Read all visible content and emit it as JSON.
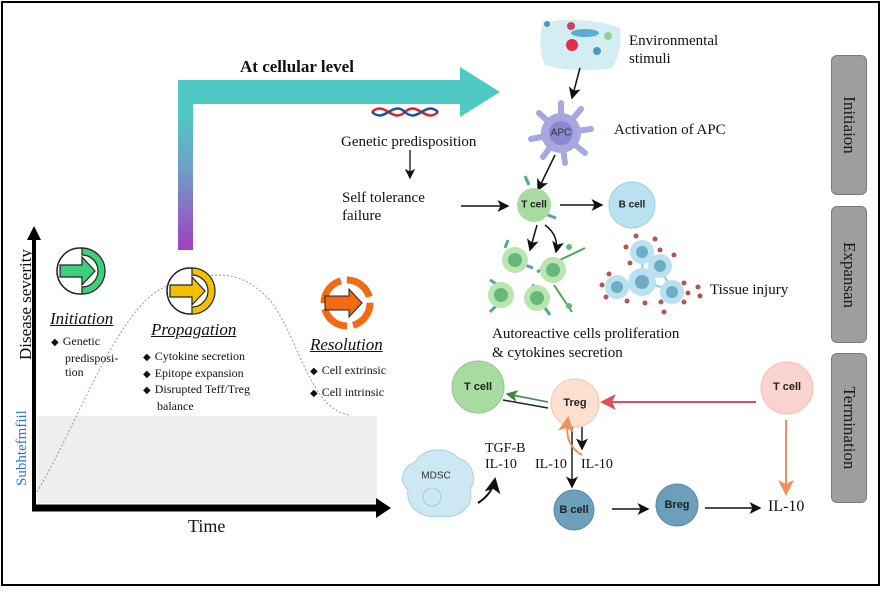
{
  "title": "At cellular level",
  "graph": {
    "y_axis_label": "Disease severity",
    "y_axis_sublabel": "Subhtefmfiil",
    "x_axis_label": "Time",
    "phases": [
      {
        "name": "Initiation",
        "color": "#3ecf7a",
        "bullets": [
          "Genetic",
          "predisposi-",
          "tion"
        ]
      },
      {
        "name": "Propagation",
        "color": "#f2c200",
        "bullets": [
          "Cytokine secretion",
          "Epitope expansion",
          "Disrupted Teff/Treg",
          "balance"
        ]
      },
      {
        "name": "Resolution",
        "color": "#f26a12",
        "bullets": [
          "Cell extrinsic",
          "Cell intrinsic"
        ]
      }
    ]
  },
  "initiation_flow": {
    "environmental_stimuli": [
      "Environmental",
      "stimuli"
    ],
    "apc_label": "APC",
    "activation": "Activation of APC",
    "genetic_predisposition": "Genetic predisposition",
    "self_tolerance": [
      "Self tolerance",
      "failure"
    ]
  },
  "expansion_flow": {
    "t_cell": "T cell",
    "b_cell": "B cell",
    "tissue_injury": "Tissue injury",
    "proliferation": [
      "Autoreactive cells proliferation",
      "& cytokines secretion"
    ]
  },
  "termination_flow": {
    "t_cell_left": "T cell",
    "treg": "Treg",
    "t_cell_right": "T cell",
    "mdsc": "MDSC",
    "mdsc_cytokines": [
      "TGF-B",
      "IL-10"
    ],
    "il10_left": "IL-10",
    "il10_right": "IL-10",
    "b_cell": "B cell",
    "breg": "Breg",
    "il10_out": "IL-10"
  },
  "side_tabs": [
    "Initiaion",
    "Expansan",
    "Termination"
  ],
  "colors": {
    "arrow_teal": "#4ec9c3",
    "arrow_purple": "#a040c0",
    "tcell_green": "#a8dba0",
    "bcell_blue": "#b9e1ef",
    "treg_peach": "#fde0cf",
    "tcell_pink": "#fbd3cf",
    "bcell_dark": "#6c9fba",
    "apc_purple": "#a7a8e0",
    "tab_gray": "#9e9e9e"
  }
}
